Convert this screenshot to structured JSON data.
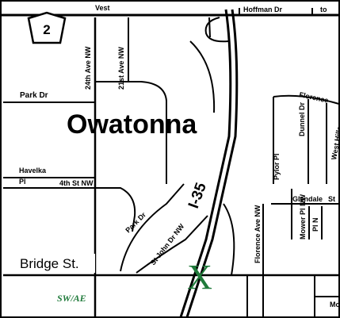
{
  "map": {
    "city": "Owatonna",
    "route_shield": "2",
    "highway": "I-35",
    "marker": "X",
    "logo_text": "SW/AE",
    "colors": {
      "marker": "#1f7a3a",
      "logo": "#1f7a3a",
      "ink": "#000000"
    },
    "street_labels": {
      "hoffman_dr": "Hoffman Dr",
      "cut_top_left": "Vest",
      "cut_top_right": "to",
      "ave_24th": "24th Ave NW",
      "ave_21st": "21st Ave NW",
      "park_dr_west": "Park Dr",
      "florence": "Florence",
      "dunnel_dr": "Dunnel Dr",
      "west_hills": "West Hills",
      "havelka": "Havelka",
      "pl": "Pl",
      "st_4th": "4th St NW",
      "pylor_pl": "Pylor Pl",
      "glendale": "Glendale",
      "st_cut": "St",
      "florence_ave_nw": "Florence Ave NW",
      "mower_pl_nw": "Mower Pl NW",
      "mower_pl_cut": "Pl N",
      "park_dr_south": "Park Dr",
      "st_john_dr_nw": "St John Dr NW",
      "bridge_st": "Bridge St.",
      "mo_cut": "Mo"
    }
  }
}
